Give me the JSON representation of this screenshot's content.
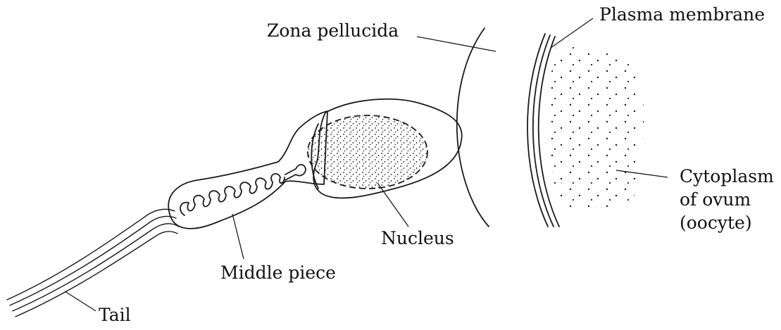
{
  "labels": {
    "zona_pellucida": "Zona pellucida",
    "plasma_membrane": "Plasma membrane",
    "cytoplasm_line1": "Cytoplasm",
    "cytoplasm_line2": "of ovum",
    "cytoplasm_line3": "(oocyte)",
    "nucleus": "Nucleus",
    "middle_piece": "Middle piece",
    "tail": "Tail"
  },
  "colors": {
    "ink": "#1a1a1a",
    "background": "#ffffff"
  }
}
